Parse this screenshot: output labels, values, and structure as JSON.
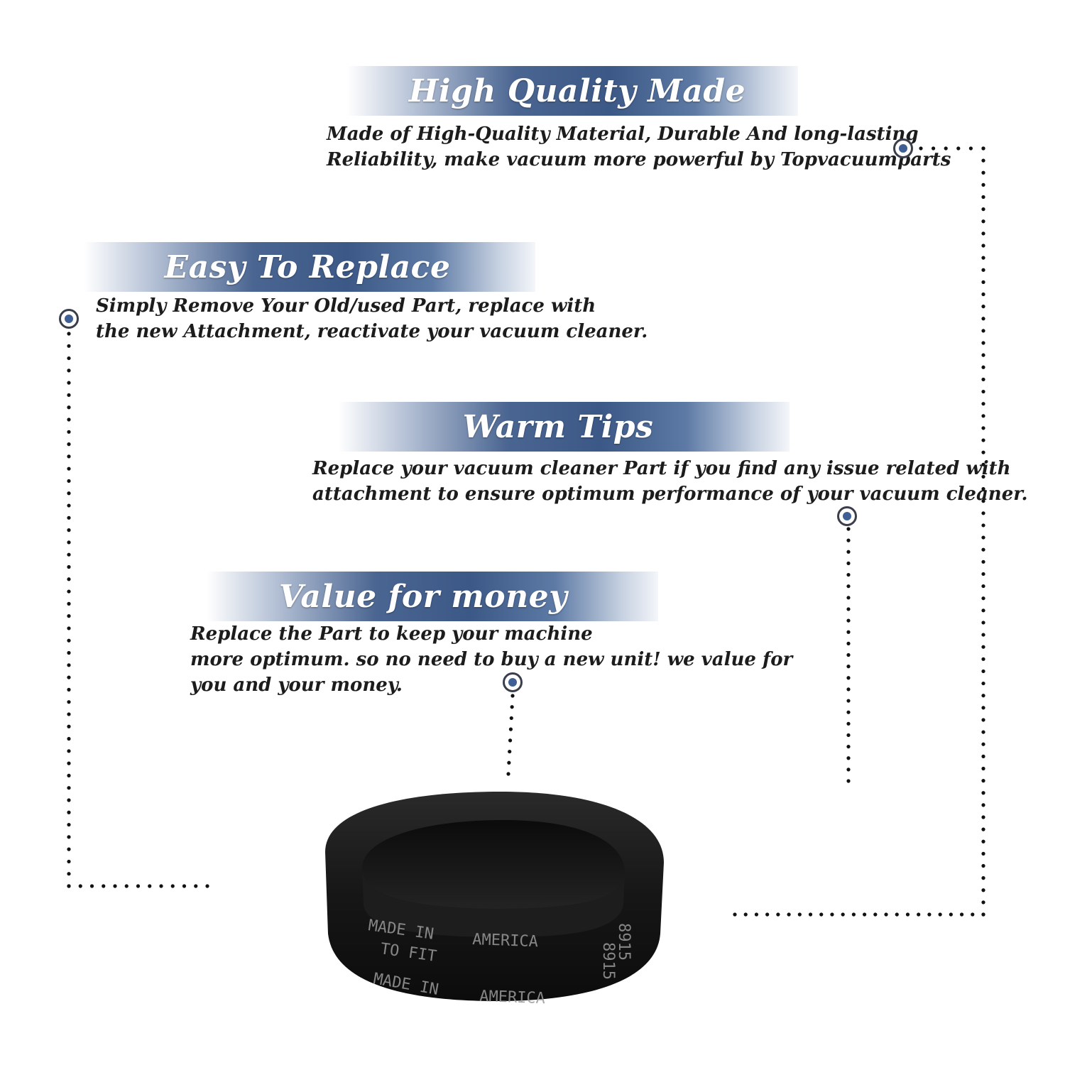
{
  "sections": [
    {
      "title": "High Quality Made",
      "lines": [
        "Made of  High-Quality Material, Durable And long-lasting",
        "Reliability, make vacuum more powerful by Topvacuumparts"
      ]
    },
    {
      "title": "Easy To Replace",
      "lines": [
        "Simply Remove Your Old/used Part, replace with",
        "the new Attachment, reactivate your vacuum cleaner."
      ]
    },
    {
      "title": "Warm Tips",
      "lines": [
        "Replace your vacuum cleaner Part if you find any issue related with",
        " attachment to ensure optimum performance of your vacuum cleaner."
      ]
    },
    {
      "title": "Value for money",
      "lines": [
        "Replace the Part to keep your machine",
        "more optimum. so no need to buy a new unit! we value for",
        "you and your money."
      ]
    }
  ],
  "product": {
    "name": "vacuum belt",
    "imprint": [
      "MADE IN",
      "AMERICA",
      "TO FIT",
      "8915"
    ]
  },
  "colors": {
    "accent": "#3f5f95",
    "banner_dark": "#3c5886",
    "dots": "#111111"
  }
}
